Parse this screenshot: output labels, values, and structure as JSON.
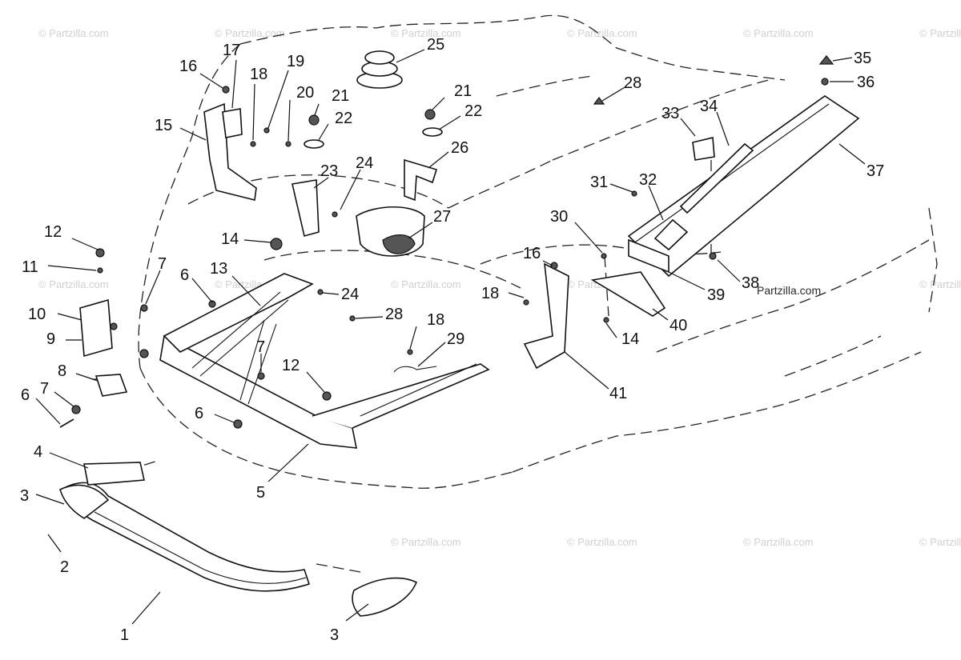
{
  "watermark": {
    "text": "© Partzilla.com",
    "text_inline": "Partzilla.com"
  },
  "callouts": [
    {
      "id": "c1",
      "label": "1"
    },
    {
      "id": "c2",
      "label": "2"
    },
    {
      "id": "c3a",
      "label": "3"
    },
    {
      "id": "c3b",
      "label": "3"
    },
    {
      "id": "c4",
      "label": "4"
    },
    {
      "id": "c5",
      "label": "5"
    },
    {
      "id": "c6a",
      "label": "6"
    },
    {
      "id": "c6b",
      "label": "6"
    },
    {
      "id": "c6c",
      "label": "6"
    },
    {
      "id": "c7a",
      "label": "7"
    },
    {
      "id": "c7b",
      "label": "7"
    },
    {
      "id": "c7c",
      "label": "7"
    },
    {
      "id": "c8",
      "label": "8"
    },
    {
      "id": "c9",
      "label": "9"
    },
    {
      "id": "c10",
      "label": "10"
    },
    {
      "id": "c11",
      "label": "11"
    },
    {
      "id": "c12a",
      "label": "12"
    },
    {
      "id": "c12b",
      "label": "12"
    },
    {
      "id": "c13",
      "label": "13"
    },
    {
      "id": "c14a",
      "label": "14"
    },
    {
      "id": "c14b",
      "label": "14"
    },
    {
      "id": "c15",
      "label": "15"
    },
    {
      "id": "c16a",
      "label": "16"
    },
    {
      "id": "c16b",
      "label": "16"
    },
    {
      "id": "c17",
      "label": "17"
    },
    {
      "id": "c18a",
      "label": "18"
    },
    {
      "id": "c18b",
      "label": "18"
    },
    {
      "id": "c18c",
      "label": "18"
    },
    {
      "id": "c19",
      "label": "19"
    },
    {
      "id": "c20",
      "label": "20"
    },
    {
      "id": "c21a",
      "label": "21"
    },
    {
      "id": "c21b",
      "label": "21"
    },
    {
      "id": "c22a",
      "label": "22"
    },
    {
      "id": "c22b",
      "label": "22"
    },
    {
      "id": "c23",
      "label": "23"
    },
    {
      "id": "c24a",
      "label": "24"
    },
    {
      "id": "c24b",
      "label": "24"
    },
    {
      "id": "c25",
      "label": "25"
    },
    {
      "id": "c26",
      "label": "26"
    },
    {
      "id": "c27",
      "label": "27"
    },
    {
      "id": "c28a",
      "label": "28"
    },
    {
      "id": "c28b",
      "label": "28"
    },
    {
      "id": "c29",
      "label": "29"
    },
    {
      "id": "c30",
      "label": "30"
    },
    {
      "id": "c31",
      "label": "31"
    },
    {
      "id": "c32",
      "label": "32"
    },
    {
      "id": "c33",
      "label": "33"
    },
    {
      "id": "c34",
      "label": "34"
    },
    {
      "id": "c35",
      "label": "35"
    },
    {
      "id": "c36",
      "label": "36"
    },
    {
      "id": "c37",
      "label": "37"
    },
    {
      "id": "c38",
      "label": "38"
    },
    {
      "id": "c39",
      "label": "39"
    },
    {
      "id": "c40",
      "label": "40"
    },
    {
      "id": "c41",
      "label": "41"
    }
  ]
}
